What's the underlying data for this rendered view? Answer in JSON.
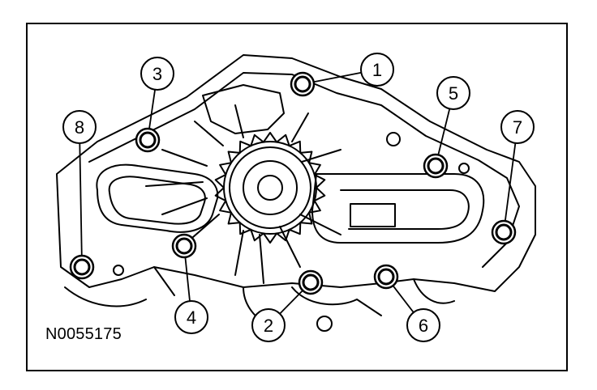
{
  "figure": {
    "code": "N0055175",
    "colors": {
      "line": "#000000",
      "background": "#ffffff"
    },
    "callouts": [
      {
        "id": "callout-1",
        "label": "1"
      },
      {
        "id": "callout-2",
        "label": "2"
      },
      {
        "id": "callout-3",
        "label": "3"
      },
      {
        "id": "callout-4",
        "label": "4"
      },
      {
        "id": "callout-5",
        "label": "5"
      },
      {
        "id": "callout-6",
        "label": "6"
      },
      {
        "id": "callout-7",
        "label": "7"
      },
      {
        "id": "callout-8",
        "label": "8"
      }
    ]
  }
}
